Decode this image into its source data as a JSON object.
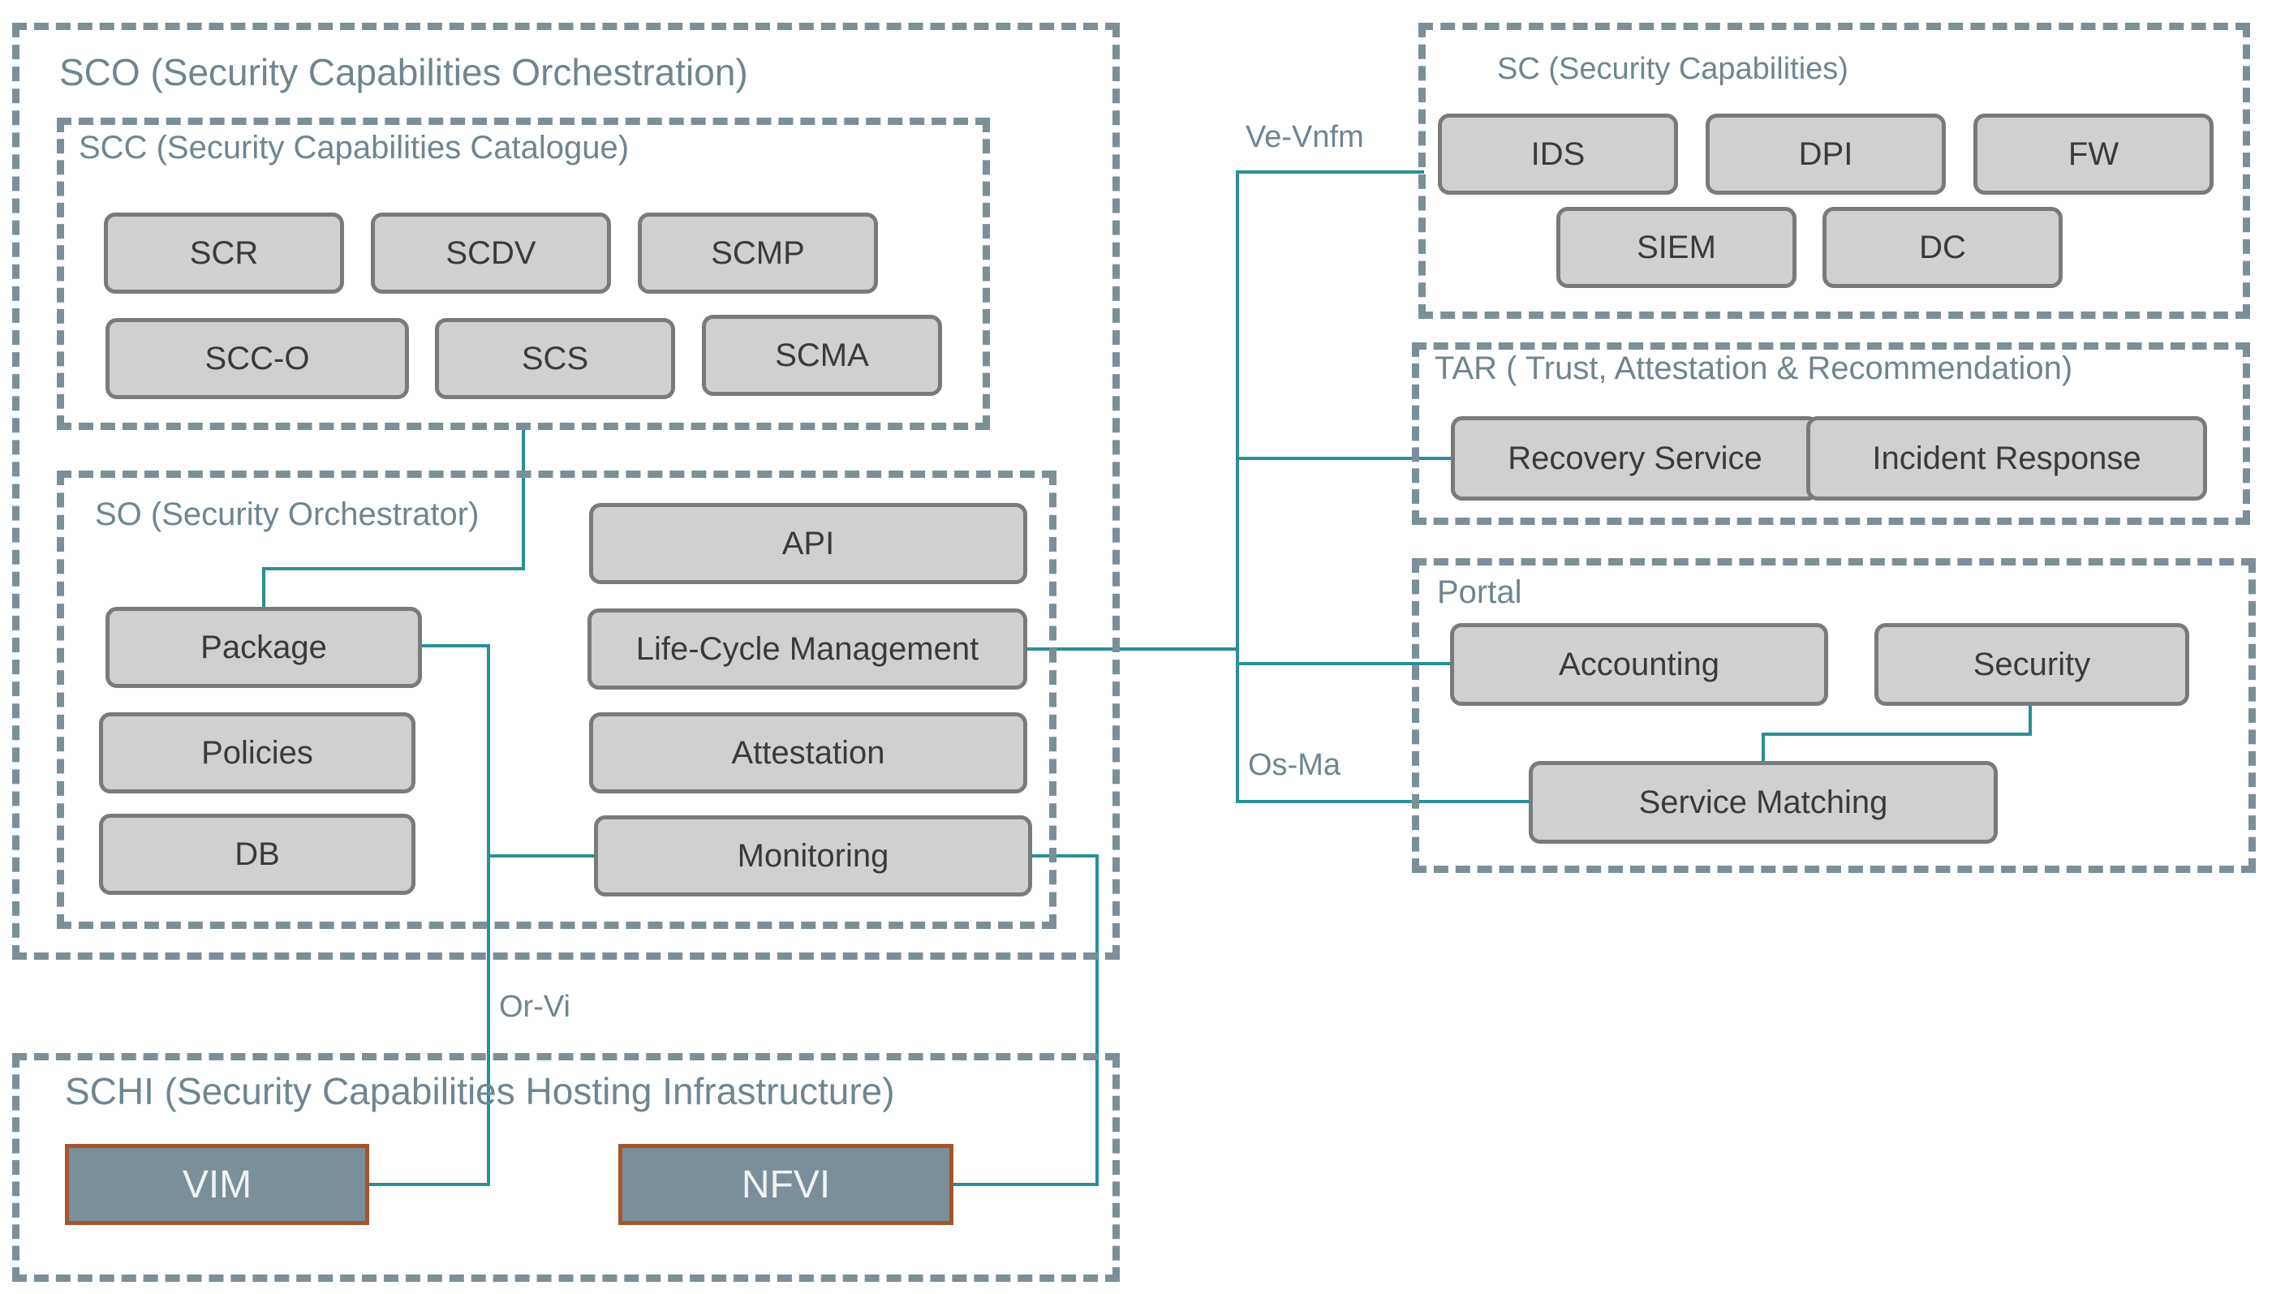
{
  "groups": {
    "sco": "SCO (Security Capabilities Orchestration)",
    "scc": "SCC (Security Capabilities Catalogue)",
    "so": "SO (Security Orchestrator)",
    "schi": "SCHI (Security Capabilities Hosting Infrastructure)",
    "sc": "SC (Security Capabilities)",
    "tar": "TAR ( Trust, Attestation & Recommendation)",
    "portal": "Portal"
  },
  "scc_items": [
    "SCR",
    "SCDV",
    "SCMP",
    "SCC-O",
    "SCS",
    "SCMA"
  ],
  "so_items": {
    "package": "Package",
    "policies": "Policies",
    "db": "DB",
    "api": "API",
    "lcm": "Life-Cycle Management",
    "attestation": "Attestation",
    "monitoring": "Monitoring"
  },
  "schi_items": {
    "vim": "VIM",
    "nfvi": "NFVI"
  },
  "sc_items": [
    "IDS",
    "DPI",
    "FW",
    "SIEM",
    "DC"
  ],
  "tar_items": {
    "recovery": "Recovery Service",
    "incident": "Incident Response"
  },
  "portal_items": {
    "accounting": "Accounting",
    "security": "Security",
    "matching": "Service Matching"
  },
  "interfaces": {
    "ve_vnfm": "Ve-Vnfm",
    "os_ma": "Os-Ma",
    "or_vi": "Or-Vi"
  },
  "colors": {
    "connector": "#2a8f98",
    "dash": "#7b8f99",
    "box_fill": "#d0d0d0",
    "infra_fill": "#7b8f9a",
    "infra_border": "#a4552b"
  }
}
